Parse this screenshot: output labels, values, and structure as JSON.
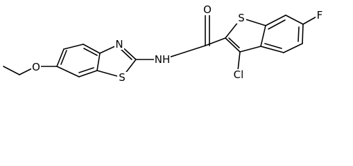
{
  "molecule": {
    "atom_labels": {
      "n_thiazole": "N",
      "s_thiazole": "S",
      "nh_amide": "NH",
      "o_carbonyl": "O",
      "s_thiophene": "S",
      "f_substituent": "F",
      "cl_substituent": "Cl",
      "o_ether": "O"
    }
  },
  "colors": {
    "bond": "#000000",
    "label": "#000000",
    "background": "#ffffff"
  }
}
